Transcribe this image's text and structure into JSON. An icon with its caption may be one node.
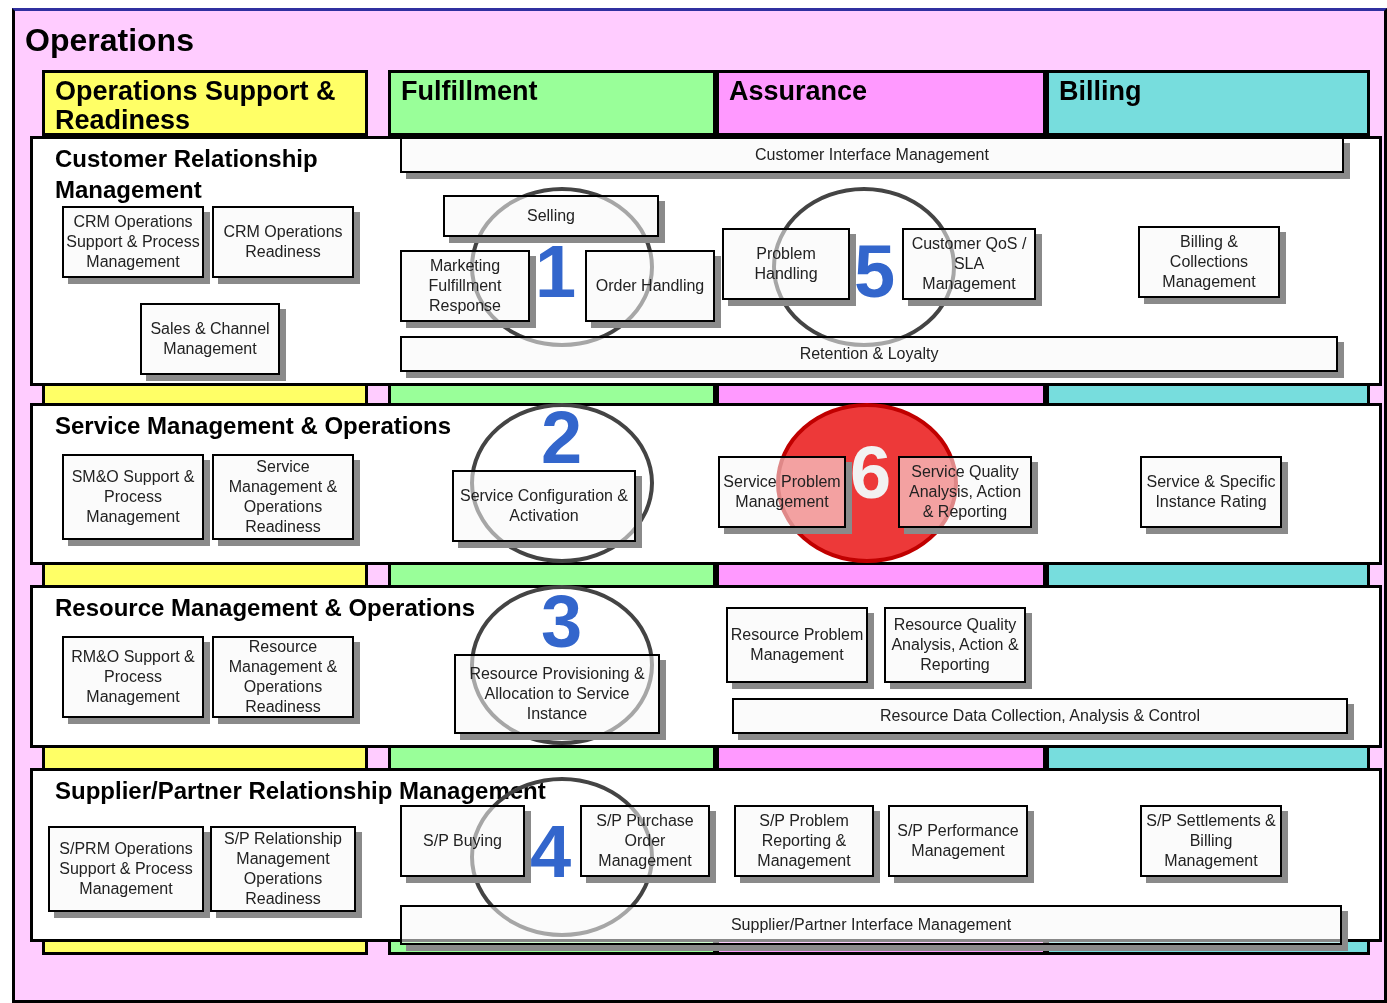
{
  "diagram": {
    "nodes": [
      {
        "text": [
          "Operations"
        ]
      },
      {
        "text": [
          "Operations Support & Readiness"
        ],
        "in": 0
      },
      {
        "text": [
          "Fulfillment"
        ],
        "in": 0
      },
      {
        "text": [
          "Assurance"
        ],
        "in": 0
      },
      {
        "text": [
          "Billing"
        ],
        "in": 0
      },
      {
        "text": [
          "Customer Relationship Management"
        ],
        "in": 0
      },
      {
        "text": [
          "CRM Operations Support & Process Management"
        ],
        "in": 5
      },
      {
        "text": [
          "CRM Operations Readiness"
        ],
        "in": 5
      },
      {
        "text": [
          "Sales & Channel Management"
        ],
        "in": 5
      },
      {
        "text": [
          "Customer Interface Management"
        ],
        "in": 5
      },
      {
        "text": [
          "Selling"
        ],
        "in": 5
      },
      {
        "text": [
          "Marketing Fulfillment Response"
        ],
        "in": 5
      },
      {
        "text": [
          "Order Handling"
        ],
        "in": 5
      },
      {
        "text": [
          "Problem Handling"
        ],
        "in": 5
      },
      {
        "text": [
          "Customer QoS / SLA Management"
        ],
        "in": 5
      },
      {
        "text": [
          "Billing & Collections Management"
        ],
        "in": 5
      },
      {
        "text": [
          "Retention & Loyalty"
        ],
        "in": 5
      },
      {
        "text": [
          "Service Management & Operations"
        ],
        "in": 0
      },
      {
        "text": [
          "SM&O Support & Process Management"
        ],
        "in": 17
      },
      {
        "text": [
          "Service Management & Operations Readiness"
        ],
        "in": 17
      },
      {
        "text": [
          "Service Configuration & Activation"
        ],
        "in": 17
      },
      {
        "text": [
          "Service Problem Management"
        ],
        "in": 17
      },
      {
        "text": [
          "Service Quality Analysis, Action & Reporting"
        ],
        "in": 17
      },
      {
        "text": [
          "Service & Specific Instance Rating"
        ],
        "in": 17
      },
      {
        "text": [
          "Resource Management & Operations"
        ],
        "in": 0
      },
      {
        "text": [
          "RM&O Support & Process Management"
        ],
        "in": 24
      },
      {
        "text": [
          "Resource Management & Operations Readiness"
        ],
        "in": 24
      },
      {
        "text": [
          "Resource Provisioning & Allocation to Service Instance"
        ],
        "in": 24
      },
      {
        "text": [
          "Resource Problem Management"
        ],
        "in": 24
      },
      {
        "text": [
          "Resource Quality Analysis, Action & Reporting"
        ],
        "in": 24
      },
      {
        "text": [
          "Resource Data Collection, Analysis & Control"
        ],
        "in": 24
      },
      {
        "text": [
          "Supplier/Partner Relationship Management"
        ],
        "in": 0
      },
      {
        "text": [
          "S/PRM Operations Support & Process Management"
        ],
        "in": 31
      },
      {
        "text": [
          "S/P Relationship Management Operations Readiness"
        ],
        "in": 31
      },
      {
        "text": [
          "S/P Buying"
        ],
        "in": 31
      },
      {
        "text": [
          "S/P Purchase Order Management"
        ],
        "in": 31
      },
      {
        "text": [
          "S/P Problem Reporting & Management"
        ],
        "in": 31
      },
      {
        "text": [
          "S/P Performance Management"
        ],
        "in": 31
      },
      {
        "text": [
          "S/P Settlements & Billing Management"
        ],
        "in": 31
      },
      {
        "text": [
          "Supplier/Partner Interface Management"
        ],
        "in": 31
      },
      {
        "text": [
          "1"
        ],
        "in": 5
      },
      {
        "text": [
          "2"
        ],
        "in": 17
      },
      {
        "text": [
          "3"
        ],
        "in": 24
      },
      {
        "text": [
          "4"
        ],
        "in": 31
      },
      {
        "text": [
          "5"
        ],
        "in": 5
      },
      {
        "text": [
          "6"
        ],
        "in": 17
      }
    ]
  }
}
